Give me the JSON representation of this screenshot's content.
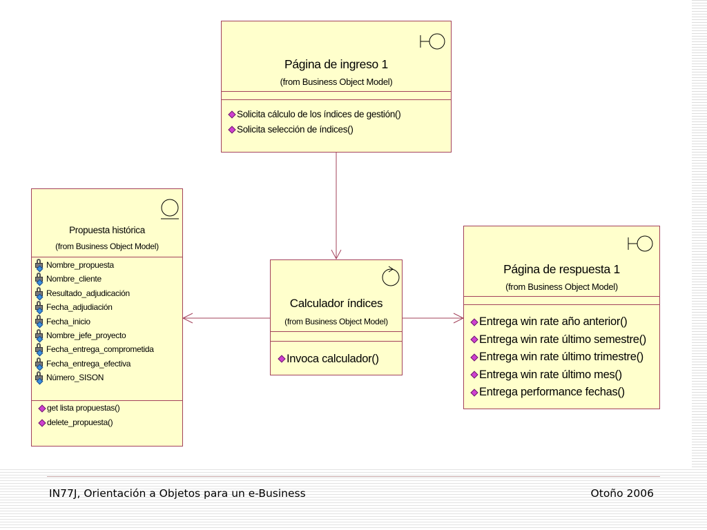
{
  "classes": {
    "ingreso": {
      "name": "Página de ingreso 1",
      "from": "(from Business Object Model)",
      "stereotype_icon": "boundary-icon",
      "operations": [
        "Solicita cálculo de los índices de gestión()",
        "Solicita selección de índices()"
      ]
    },
    "propuesta": {
      "name": "Propuesta histórica",
      "from": "(from Business Object Model)",
      "stereotype_icon": "entity-icon",
      "attributes": [
        "Nombre_propuesta",
        "Nombre_cliente",
        "Resultado_adjudicación",
        "Fecha_adjudiación",
        "Fecha_inicio",
        "Nombre_jefe_proyecto",
        "Fecha_entrega_comprometida",
        "Fecha_entrega_efectiva",
        "Número_SISON"
      ],
      "operations": [
        "get lista propuestas()",
        "delete_propuesta()"
      ]
    },
    "calculador": {
      "name": "Calculador índices",
      "from": "(from Business Object Model)",
      "stereotype_icon": "control-icon",
      "operations": [
        "Invoca calculador()"
      ]
    },
    "respuesta": {
      "name": "Página de respuesta 1",
      "from": "(from Business Object Model)",
      "stereotype_icon": "boundary-icon",
      "operations": [
        "Entrega win rate año anterior()",
        "Entrega win rate último semestre()",
        "Entrega win rate último trimestre()",
        "Entrega win rate último mes()",
        "Entrega performance fechas()"
      ]
    }
  },
  "relations": [
    {
      "from": "Página de ingreso 1",
      "to": "Calculador índices",
      "type": "dependency"
    },
    {
      "from": "Calculador índices",
      "to": "Propuesta histórica",
      "type": "dependency"
    },
    {
      "from": "Calculador índices",
      "to": "Página de respuesta 1",
      "type": "dependency"
    }
  ],
  "colors": {
    "class_fill": "#ffffcc",
    "class_border": "#a2405a",
    "connector": "#a2405a",
    "operation_icon": "#d040d0",
    "attribute_icon": "#3a90e0"
  },
  "footer": {
    "left": "IN77J, Orientación a Objetos para un e-Business",
    "right": "Otoño 2006"
  }
}
